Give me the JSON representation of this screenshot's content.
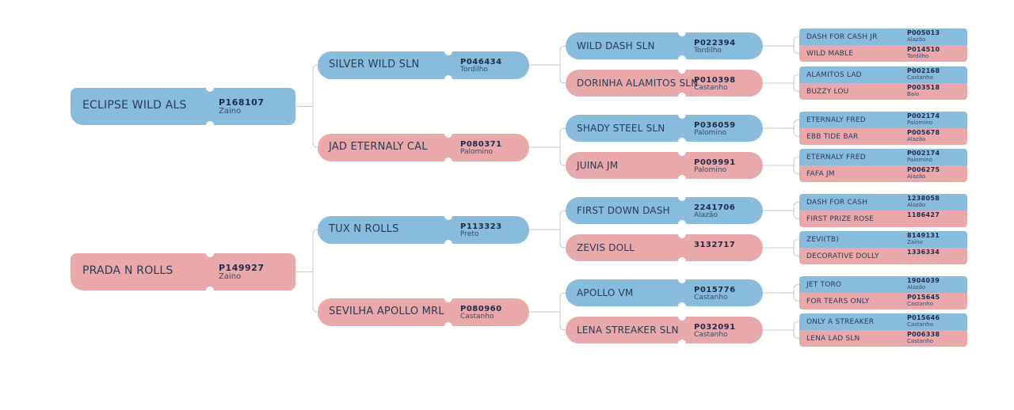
{
  "pedigree": {
    "gen0": [
      {
        "name": "ECLIPSE WILD ALS",
        "code": "P168107",
        "color": "Zaino",
        "sex": "male"
      },
      {
        "name": "PRADA N ROLLS",
        "code": "P149927",
        "color": "Zaino",
        "sex": "female"
      }
    ],
    "gen1": [
      {
        "name": "SILVER WILD SLN",
        "code": "P046434",
        "color": "Tordilho",
        "sex": "male"
      },
      {
        "name": "JAD ETERNALY CAL",
        "code": "P080371",
        "color": "Palomino",
        "sex": "female"
      },
      {
        "name": "TUX N ROLLS",
        "code": "P113323",
        "color": "Preto",
        "sex": "male"
      },
      {
        "name": "SEVILHA APOLLO MRL",
        "code": "P080960",
        "color": "Castanho",
        "sex": "female"
      }
    ],
    "gen2": [
      {
        "name": "WILD DASH SLN",
        "code": "P022394",
        "color": "Tordilho",
        "sex": "male"
      },
      {
        "name": "DORINHA ALAMITOS SLN",
        "code": "P010398",
        "color": "Castanho",
        "sex": "female"
      },
      {
        "name": "SHADY STEEL SLN",
        "code": "P036059",
        "color": "Palomino",
        "sex": "male"
      },
      {
        "name": "JUINA JM",
        "code": "P009991",
        "color": "Palomino",
        "sex": "female"
      },
      {
        "name": "FIRST DOWN DASH",
        "code": "2241706",
        "color": "Alazão",
        "sex": "male"
      },
      {
        "name": "ZEVIS DOLL",
        "code": "3132717",
        "color": "",
        "sex": "female"
      },
      {
        "name": "APOLLO VM",
        "code": "P015776",
        "color": "Castanho",
        "sex": "male"
      },
      {
        "name": "LENA STREAKER SLN",
        "code": "P032091",
        "color": "Castanho",
        "sex": "female"
      }
    ],
    "gen3": [
      {
        "name": "DASH FOR CASH JR",
        "code": "P005013",
        "color": "Alazão",
        "sex": "male"
      },
      {
        "name": "WILD MABLE",
        "code": "P014510",
        "color": "Tordilho",
        "sex": "female"
      },
      {
        "name": "ALAMITOS LAD",
        "code": "P002168",
        "color": "Castanho",
        "sex": "male"
      },
      {
        "name": "BUZZY LOU",
        "code": "P003518",
        "color": "Baio",
        "sex": "female"
      },
      {
        "name": "ETERNALY FRED",
        "code": "P002174",
        "color": "Palomino",
        "sex": "male"
      },
      {
        "name": "EBB TIDE BAR",
        "code": "P005678",
        "color": "Alazão",
        "sex": "female"
      },
      {
        "name": "ETERNALY FRED",
        "code": "P002174",
        "color": "Palomino",
        "sex": "male"
      },
      {
        "name": "FAFA JM",
        "code": "P006275",
        "color": "Alazão",
        "sex": "female"
      },
      {
        "name": "DASH FOR CASH",
        "code": "1238058",
        "color": "Alazão",
        "sex": "male"
      },
      {
        "name": "FIRST PRIZE ROSE",
        "code": "1186427",
        "color": "",
        "sex": "female"
      },
      {
        "name": "ZEVI(TB)",
        "code": "8149131",
        "color": "Zaino",
        "sex": "male"
      },
      {
        "name": "DECORATIVE DOLLY",
        "code": "1336334",
        "color": "",
        "sex": "female"
      },
      {
        "name": "JET TORO",
        "code": "1904039",
        "color": "Alazão",
        "sex": "male"
      },
      {
        "name": "FOR TEARS ONLY",
        "code": "P015645",
        "color": "Castanho",
        "sex": "female"
      },
      {
        "name": "ONLY A STREAKER",
        "code": "P015646",
        "color": "Castanho",
        "sex": "male"
      },
      {
        "name": "LENA LAD SLN",
        "code": "P006338",
        "color": "Castanho",
        "sex": "female"
      }
    ]
  },
  "colors": {
    "male": "#88bcdc",
    "female": "#e9a8aa",
    "line": "#c4c9cf"
  }
}
